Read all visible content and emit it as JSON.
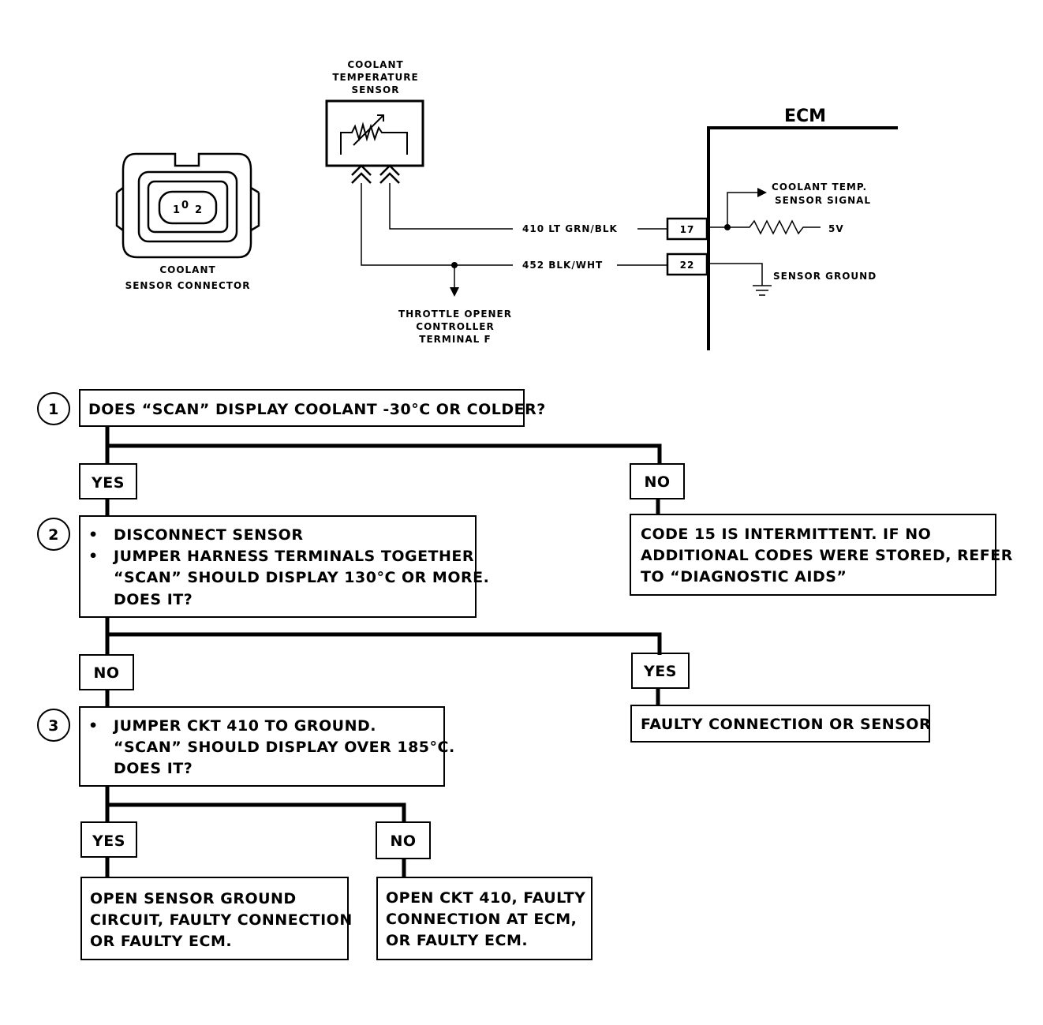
{
  "schematic": {
    "sensor_title": [
      "COOLANT",
      "TEMPERATURE",
      "SENSOR"
    ],
    "connector_label": [
      "COOLANT",
      "SENSOR CONNECTOR"
    ],
    "pin1": "1",
    "pin2": "2",
    "ecm_label": "ECM",
    "wire_410": "410  LT  GRN/BLK",
    "wire_452": "452 BLK/WHT",
    "terminal_17": "17",
    "terminal_22": "22",
    "signal_label": [
      "COOLANT TEMP.",
      "SENSOR SIGNAL"
    ],
    "five_volt": "5V",
    "sensor_ground": "SENSOR GROUND",
    "throttle_label": [
      "THROTTLE OPENER",
      "CONTROLLER",
      "TERMINAL F"
    ]
  },
  "flowchart": {
    "step_numbers": [
      "1",
      "2",
      "3"
    ],
    "step1": "DOES “SCAN” DISPLAY COOLANT  -30°C OR COLDER?",
    "step1_yes": "YES",
    "step1_no": "NO",
    "step1_no_result": [
      "CODE 15 IS INTERMITTENT.  IF NO",
      "ADDITIONAL CODES WERE STORED,  REFER",
      "TO “DIAGNOSTIC AIDS”"
    ],
    "bullet": "•",
    "step2_bullet1": "DISCONNECT SENSOR",
    "step2_bullet2": "JUMPER HARNESS TERMINALS TOGETHER",
    "step2_line3": "“SCAN” SHOULD DISPLAY 130°C OR MORE.",
    "step2_line4": "DOES IT?",
    "step2_no": "NO",
    "step2_yes": "YES",
    "step2_yes_result": "FAULTY CONNECTION OR SENSOR",
    "step3_bullet1": "JUMPER CKT 410 TO GROUND.",
    "step3_line2": "“SCAN” SHOULD DISPLAY OVER 185°C.",
    "step3_line3": "DOES IT?",
    "step3_yes": "YES",
    "step3_no": "NO",
    "step3_yes_result": [
      "OPEN SENSOR GROUND",
      "CIRCUIT, FAULTY CONNECTION",
      "OR FAULTY ECM."
    ],
    "step3_no_result": [
      "OPEN CKT 410, FAULTY",
      "CONNECTION AT ECM,",
      "OR FAULTY ECM."
    ]
  }
}
